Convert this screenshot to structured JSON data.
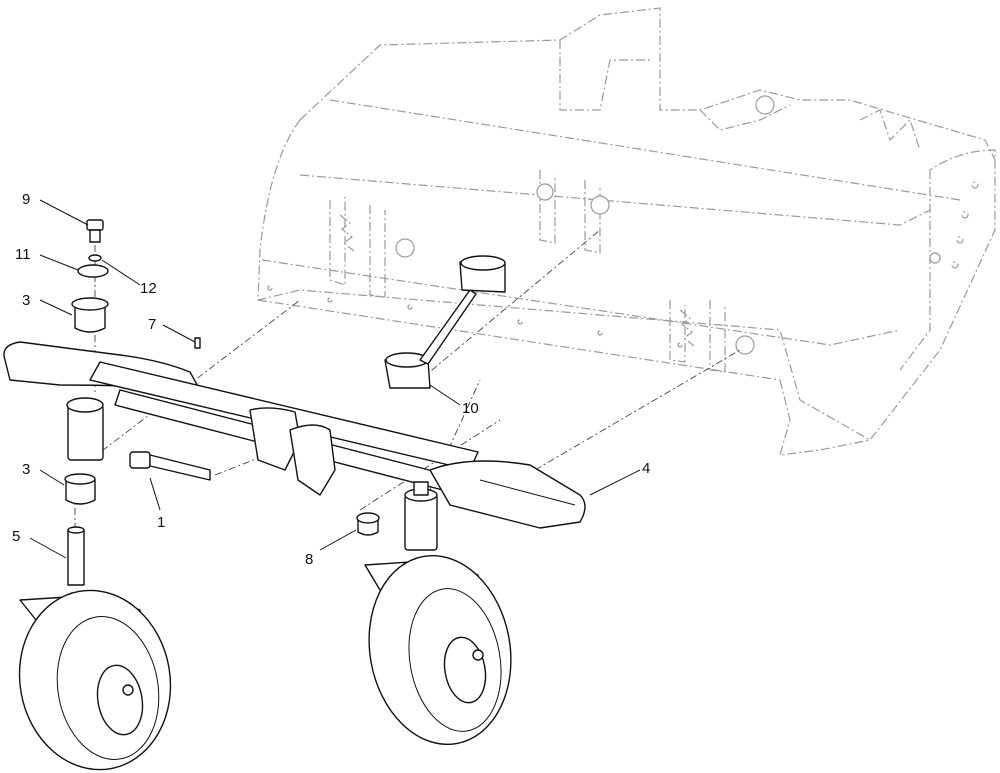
{
  "callouts": [
    {
      "id": "c1",
      "label": "1"
    },
    {
      "id": "c3a",
      "label": "3"
    },
    {
      "id": "c3b",
      "label": "3"
    },
    {
      "id": "c4",
      "label": "4"
    },
    {
      "id": "c5",
      "label": "5"
    },
    {
      "id": "c7",
      "label": "7"
    },
    {
      "id": "c8",
      "label": "8"
    },
    {
      "id": "c9",
      "label": "9"
    },
    {
      "id": "c10",
      "label": "10"
    },
    {
      "id": "c11",
      "label": "11"
    },
    {
      "id": "c12",
      "label": "12"
    }
  ],
  "colors": {
    "line": "#111111",
    "ghost": "#9a9a9a",
    "background": "#ffffff"
  }
}
